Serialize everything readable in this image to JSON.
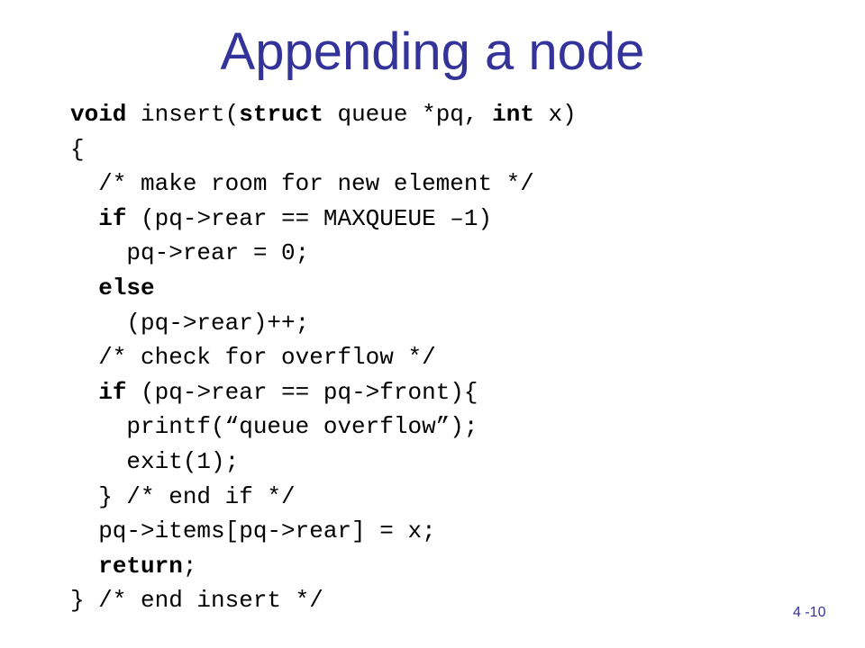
{
  "slide": {
    "title": "Appending a node",
    "page_number": "4 -10",
    "accent_color": "#333399"
  },
  "code": {
    "lines": [
      [
        {
          "t": "void",
          "b": true
        },
        {
          "t": " insert("
        },
        {
          "t": "struct",
          "b": true
        },
        {
          "t": " queue *pq, "
        },
        {
          "t": "int",
          "b": true
        },
        {
          "t": " x)"
        }
      ],
      [
        {
          "t": "{"
        }
      ],
      [
        {
          "t": "  /* make room for new element */"
        }
      ],
      [
        {
          "t": "  "
        },
        {
          "t": "if",
          "b": true
        },
        {
          "t": " (pq->rear == MAXQUEUE –1)"
        }
      ],
      [
        {
          "t": "    pq->rear = 0;"
        }
      ],
      [
        {
          "t": "  "
        },
        {
          "t": "else",
          "b": true
        }
      ],
      [
        {
          "t": "    (pq->rear)++;"
        }
      ],
      [
        {
          "t": "  /* check for overflow */"
        }
      ],
      [
        {
          "t": "  "
        },
        {
          "t": "if",
          "b": true
        },
        {
          "t": " (pq->rear == pq->front){"
        }
      ],
      [
        {
          "t": "    printf(“queue overflow”);"
        }
      ],
      [
        {
          "t": "    exit(1);"
        }
      ],
      [
        {
          "t": "  } /* end if */"
        }
      ],
      [
        {
          "t": "  pq->items[pq->rear] = x;"
        }
      ],
      [
        {
          "t": "  "
        },
        {
          "t": "return",
          "b": true
        },
        {
          "t": ";"
        }
      ],
      [
        {
          "t": "} /* end insert */"
        }
      ]
    ]
  }
}
